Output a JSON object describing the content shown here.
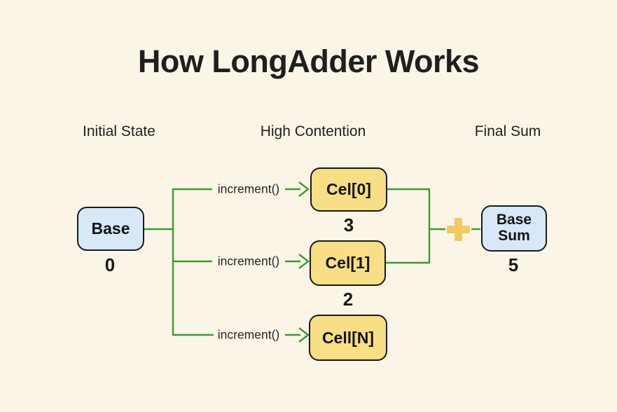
{
  "title": "How LongAdder Works",
  "columns": {
    "initial": "Initial State",
    "contention": "High Contention",
    "final": "Final Sum"
  },
  "nodes": {
    "base": {
      "label": "Base",
      "value": "0"
    },
    "cell0": {
      "label": "Cel[0]",
      "value": "3"
    },
    "cell1": {
      "label": "Cel[1]",
      "value": "2"
    },
    "celln": {
      "label": "Cell[N]"
    },
    "base_sum": {
      "line1": "Base",
      "line2": "Sum",
      "value": "5"
    }
  },
  "edges": {
    "increment_labels": [
      "increment()",
      "increment()",
      "increment()"
    ]
  },
  "icons": {
    "plus": "plus-icon",
    "arrows": "arrow-right-icon"
  },
  "colors": {
    "background": "#FAF5E6",
    "node_blue": "#D8E8F9",
    "node_yellow": "#F8DE85",
    "border": "#1A1A1A",
    "connector_green": "#3C9B35",
    "plus_gold": "#F5C95F"
  }
}
